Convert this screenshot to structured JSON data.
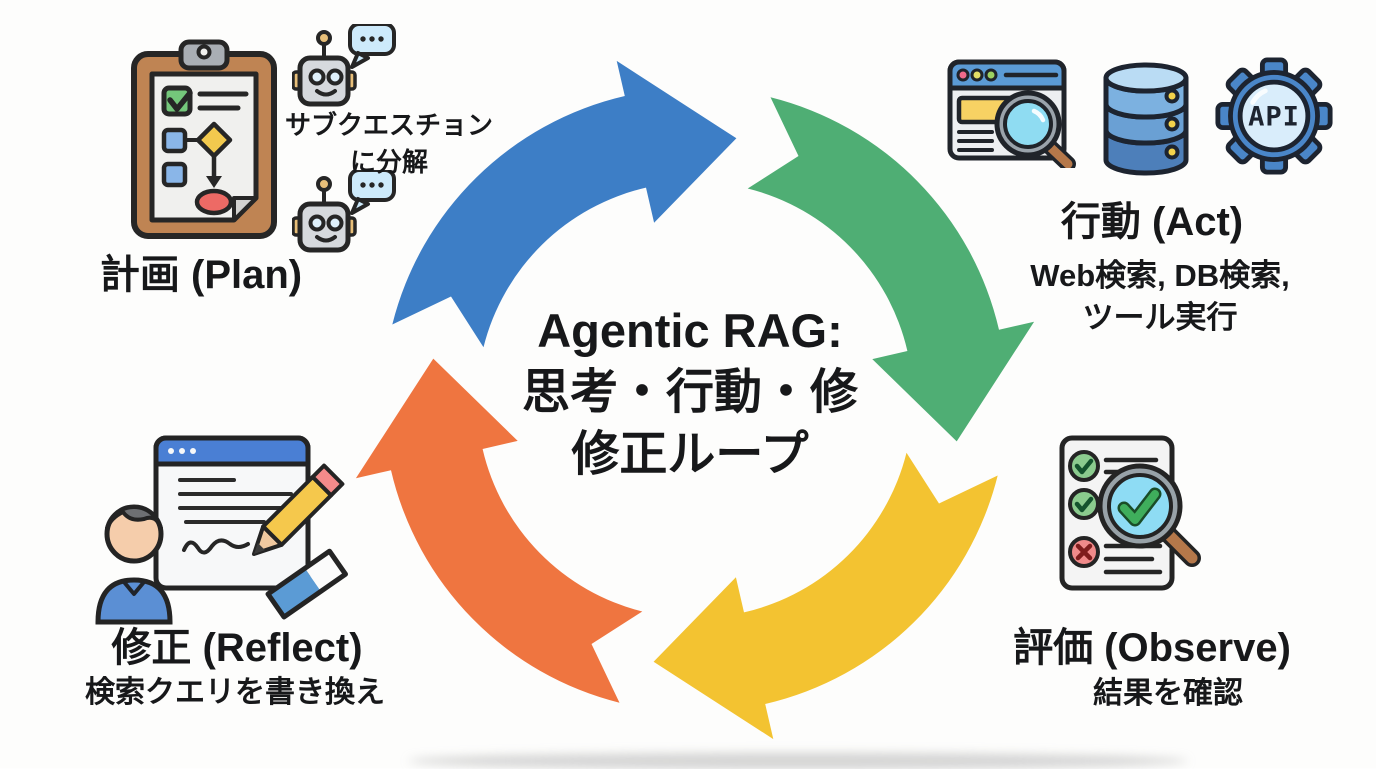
{
  "page": {
    "background": "#fdfdfc"
  },
  "center": {
    "title_line1": "Agentic RAG:",
    "title_line2": "思考・行動・修",
    "title_line3": "修正ループ"
  },
  "cycle": {
    "direction": "clockwise",
    "colors": {
      "plan_arrow": "#3d7ec6",
      "act_arrow": "#4fae74",
      "observe_arrow": "#f3c331",
      "reflect_arrow": "#ef7540"
    }
  },
  "stages": {
    "plan": {
      "title": "計画 (Plan)",
      "annotation_line1": "サブクエスチョン",
      "annotation_line2": "に分解"
    },
    "act": {
      "title": "行動 (Act)",
      "detail_line1": "Web検索, DB検索,",
      "detail_line2": "ツール実行",
      "gear_label": "API"
    },
    "observe": {
      "title": "評価 (Observe)",
      "detail": "結果を確認"
    },
    "reflect": {
      "title": "修正 (Reflect)",
      "detail": "検索クエリを書き換え"
    }
  }
}
